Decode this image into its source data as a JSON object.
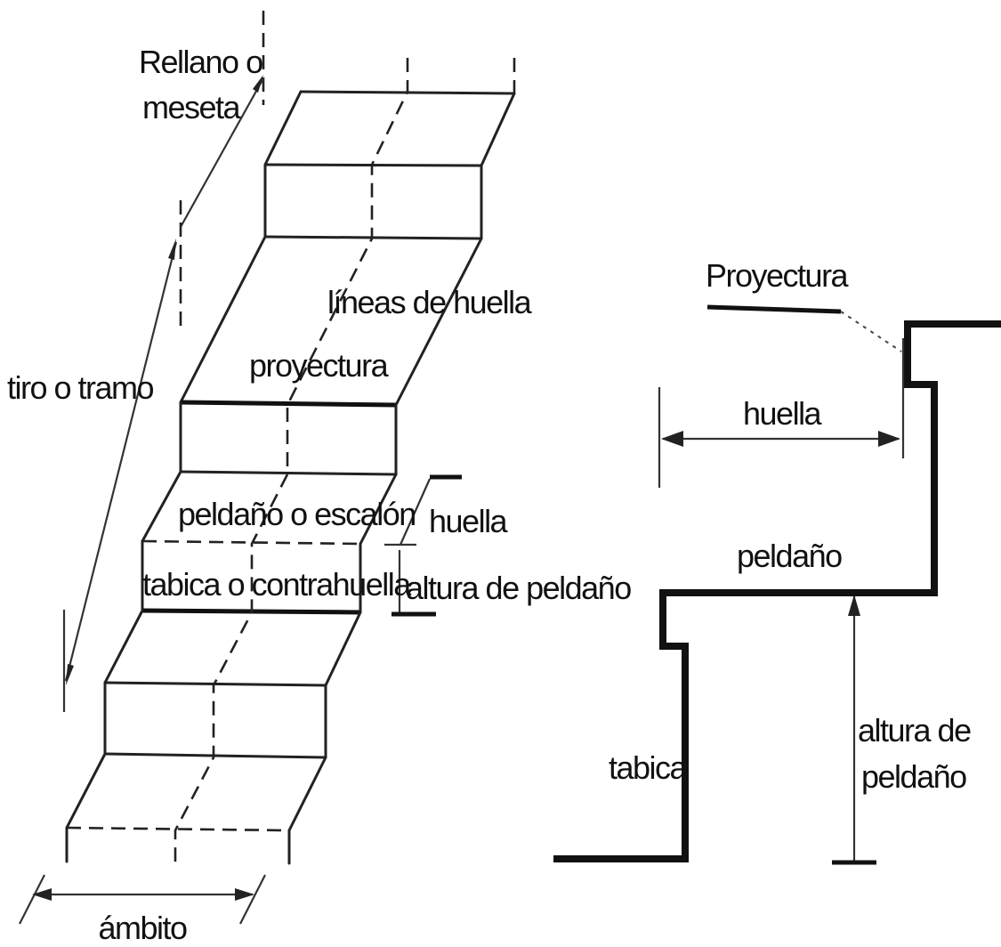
{
  "labels": {
    "rellano_1": "Rellano o",
    "rellano_2": "meseta",
    "lineas_huella": "líneas de huella",
    "tiro_tramo": "tiro o tramo",
    "proyectura_left": "proyectura",
    "peldano_escalon": "peldaño o escalón",
    "huella_left": "huella",
    "tabica_contrahuella": "tabica o contrahuella",
    "altura_left": "altura de peldaño",
    "ambito": "ámbito",
    "proyectura_right": "Proyectura",
    "huella_right": "huella",
    "peldano_right": "peldaño",
    "altura_right_1": "altura de",
    "altura_right_2": "peldaño",
    "tabica_right": "tabica"
  }
}
